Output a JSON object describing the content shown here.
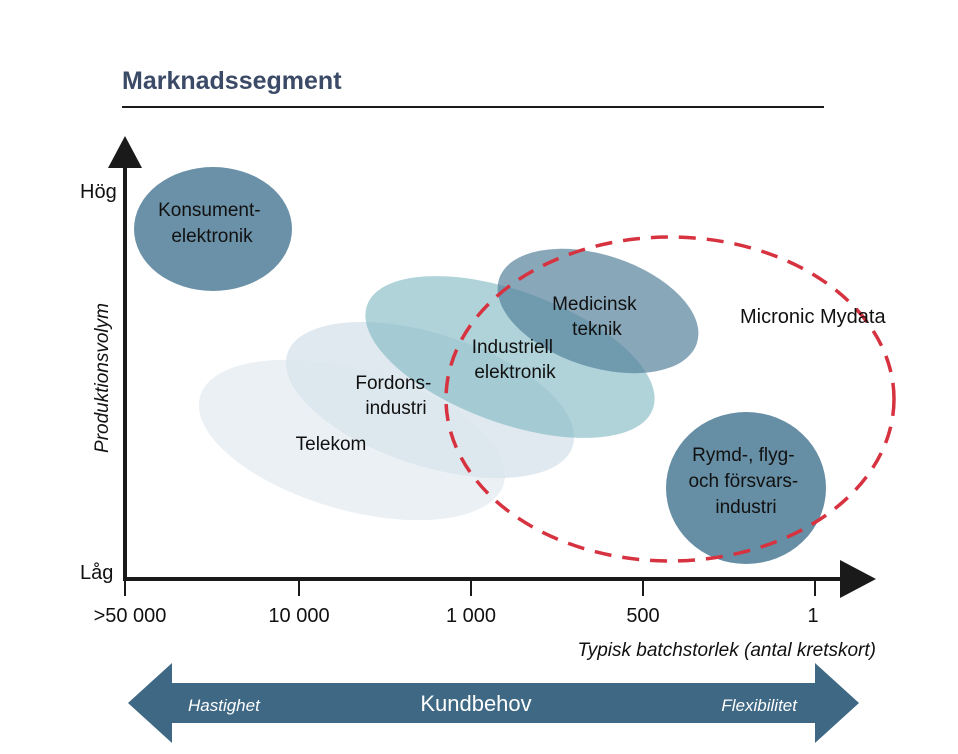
{
  "title": "Marknadssegment",
  "y_axis": {
    "label": "Produktionsvolym",
    "high": "Hög",
    "low": "Låg"
  },
  "x_axis": {
    "label": "Typisk batchstorlek (antal kretskort)",
    "ticks": [
      ">50 000",
      "10 000",
      "1 000",
      "500",
      "1"
    ]
  },
  "segments": [
    {
      "id": "telekom",
      "lines": [
        "Telekom"
      ]
    },
    {
      "id": "fordonsindustri",
      "lines": [
        "Fordons-",
        "industri"
      ]
    },
    {
      "id": "industriell-elektronik",
      "lines": [
        "Industriell",
        "elektronik"
      ]
    },
    {
      "id": "medicinsk-teknik",
      "lines": [
        "Medicinsk",
        "teknik"
      ]
    },
    {
      "id": "konsumentelektronik",
      "lines": [
        "Konsument-",
        "elektronik"
      ]
    },
    {
      "id": "rymd-flyg-forsvarsindustri",
      "lines": [
        "Rymd-, flyg-",
        "och försvars-",
        "industri"
      ]
    }
  ],
  "highlight": {
    "label": "Micronic Mydata"
  },
  "arrow": {
    "left": "Hastighet",
    "center": "Kundbehov",
    "right": "Flexibilitet"
  },
  "colors": {
    "title": "#3b4a66",
    "axis": "#1a1a1a",
    "highlight": "#d6323f",
    "arrow": "#3e6883",
    "dark_segment": "#55829b",
    "teal_segment": "#7fb8c4",
    "light_segment": "#d9e5ec",
    "pale_segment": "#e9eef4"
  }
}
